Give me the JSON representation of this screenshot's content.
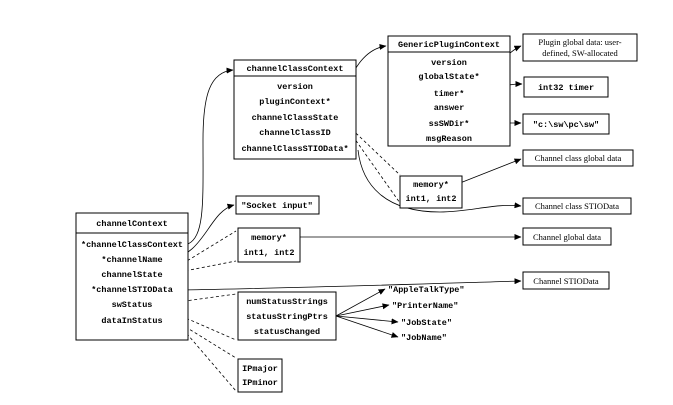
{
  "channelContext": {
    "title": "channelContext",
    "fields": [
      "*channelClassContext",
      "*channelName",
      "channelState",
      "*channelSTIOData",
      "swStatus",
      "dataInStatus"
    ]
  },
  "channelClassContext": {
    "title": "channelClassContext",
    "fields": [
      "version",
      "pluginContext*",
      "channelClassState",
      "channelClassID",
      "channelClassSTIOData*"
    ]
  },
  "genericPluginContext": {
    "title": "GenericPluginContext",
    "fields": [
      "version",
      "globalState*",
      "timer*",
      "answer",
      "ssSWDir*",
      "msgReason"
    ]
  },
  "socketInput": {
    "text": "\"Socket input\""
  },
  "channelMemory": {
    "fields": [
      "memory*",
      "int1, int2"
    ]
  },
  "classMemory": {
    "fields": [
      "memory*",
      "int1, int2"
    ]
  },
  "status": {
    "fields": [
      "numStatusStrings",
      "statusStringPtrs",
      "statusChanged"
    ]
  },
  "statusStrings": [
    "\"AppleTalkType\"",
    "\"PrinterName\"",
    "\"JobState\"",
    "\"JobName\""
  ],
  "ipFields": [
    "IPmajor",
    "IPminor"
  ],
  "labels": {
    "pluginGlobalLine1": "Plugin global data: user-",
    "pluginGlobalLine2": "defined, SW-allocated",
    "timer": "int32 timer",
    "swDir": "\"c:\\sw\\pc\\sw\"",
    "classGlobal": "Channel class global data",
    "classStio": "Channel class STIOData",
    "channelGlobal": "Channel global data",
    "channelStio": "Channel STIOData"
  }
}
